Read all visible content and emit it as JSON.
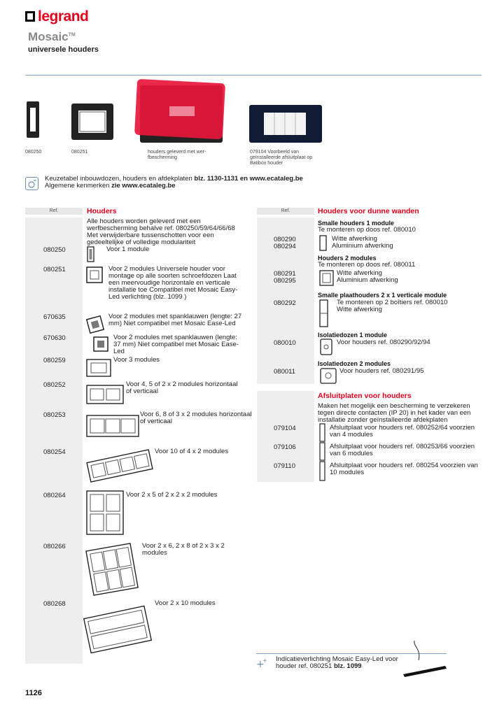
{
  "header": {
    "logo_text": "legrand",
    "brand": "Mosaic",
    "brand_tm": "TM",
    "subtitle": "universele houders"
  },
  "photos": {
    "cap1": "080250",
    "cap2": "080251",
    "cap3": "houders geleverd met wer-fbescherming",
    "cap4": "079104 Voorbeeld van geïnstalleerde afsluitplaat op Batibox houder"
  },
  "info": {
    "line1_prefix": "Keuzetabel inbouwdozen, houders en afdekplaten ",
    "line1_bold": "blz. 1130-1131 en www.ecataleg.be",
    "line2_prefix": "Algemene kenmerken ",
    "line2_bold": "zie www.ecataleg.be"
  },
  "left": {
    "ref_header": "Ref.",
    "title": "Houders",
    "intro": "Alle houders worden geleverd met een werfbescherming behalve ref. 080250/59/64/66/68 Met verwijderbare tussenschotten voor een gedeeltelijke of volledige modulariteit",
    "items": [
      {
        "ref": "080250",
        "text": "Voor 1 module"
      },
      {
        "ref": "080251",
        "text": "Voor 2 modules Universele houder voor montage op alle soorten schroefdozen Laat een meervoudige horizontale en verticale installatie toe Compatibel met Mosaic Easy-Led verlichting (blz. 1099 )"
      },
      {
        "ref": "670635",
        "text": "Voor 2 modules met spanklauwen (lengte: 27 mm) Niet compatibel met Mosaic Ease-Led"
      },
      {
        "ref": "670630",
        "text": "Voor 2 modules met spanklauwen (lengte: 37 mm) Niet compatibel met Mosaic Ease-Led"
      },
      {
        "ref": "080259",
        "text": "Voor 3 modules"
      },
      {
        "ref": "080252",
        "text": "Voor 4, 5 of 2 x 2 modules horizontaal of verticaal"
      },
      {
        "ref": "080253",
        "text": "Voor 6, 8 of 3 x 2 modules horizontaal of verticaal"
      },
      {
        "ref": "080254",
        "text": "Voor 10 of 4 x 2 modules"
      },
      {
        "ref": "080264",
        "text": "Voor 2 x 5 of 2 x 2 x 2 modules"
      },
      {
        "ref": "080266",
        "text": "Voor 2 x 6, 2 x 8 of 2 x 3 x 2 modules"
      },
      {
        "ref": "080268",
        "text": "Voor 2 x 10 modules"
      }
    ]
  },
  "right": {
    "ref_header": "Ref.",
    "title": "Houders voor dunne wanden",
    "s1_title": "Smalle houders 1 module",
    "s1_sub": "Te monteren op doos ref. 080010",
    "s1_items": [
      {
        "ref": "080290",
        "text": "Witte afwerking"
      },
      {
        "ref": "080294",
        "text": "Aluminium afwerking"
      }
    ],
    "s2_title": "Houders 2 modules",
    "s2_sub": "Te monteren op doos ref. 080011",
    "s2_items": [
      {
        "ref": "080291",
        "text": "Witte afwerking"
      },
      {
        "ref": "080295",
        "text": "Aluminium afwerking"
      }
    ],
    "s3_title": "Smalle plaathouders 2 x 1 verticale module",
    "s3_ref": "080292",
    "s3_text": "Te monteren op 2 boîtiers ref. 080010 Witte afwerking",
    "s4_title": "Isolatiedozen 1 module",
    "s4_ref": "080010",
    "s4_text": "Voor houders ref. 080290/92/94",
    "s5_title": "Isolatiedozen 2 modules",
    "s5_ref": "080011",
    "s5_text": "Voor houders ref. 080291/95",
    "s6_title": "Afsluitplaten voor houders",
    "s6_intro": "Maken het mogelijk een bescherming te verzekeren tegen directe contacten (IP 20) in het kader van een installatie zonder geïnstalleerde afdekplaten",
    "s6_items": [
      {
        "ref": "079104",
        "text": "Afsluitplaat voor houders ref. 080252/64 voorzien van 4 modules"
      },
      {
        "ref": "079106",
        "text": "Afsluitplaat voor houders ref. 080253/66 voorzien van 6 modules"
      },
      {
        "ref": "079110",
        "text": "Afsluitplaat voor houders ref. 080254 voorzien van 10 modules"
      }
    ]
  },
  "footer_note": {
    "line1": "Indicatieverlichting Mosaic Easy-Led voor",
    "line2_prefix": "houder ref. 080251 ",
    "line2_bold": "blz. 1099"
  },
  "page_number": "1126",
  "colors": {
    "accent": "#e2001a",
    "rule": "#7fa6c9",
    "shade": "#eeeeee"
  }
}
